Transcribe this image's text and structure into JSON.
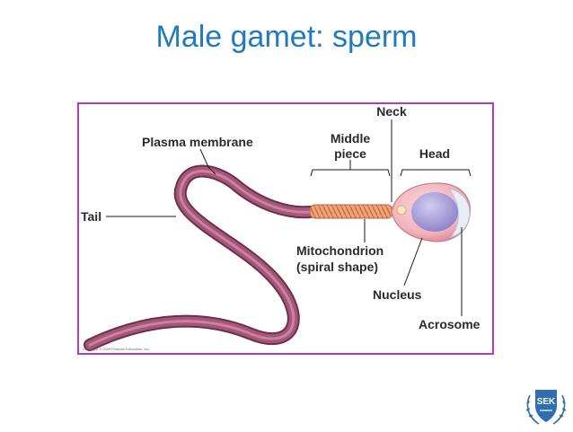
{
  "slide": {
    "title": "Male gamet: sperm"
  },
  "figure": {
    "labels": {
      "neck": "Neck",
      "plasma_membrane": "Plasma membrane",
      "middle_piece_line1": "Middle",
      "middle_piece_line2": "piece",
      "head": "Head",
      "tail": "Tail",
      "mitochondrion_line1": "Mitochondrion",
      "mitochondrion_line2": "(spiral shape)",
      "nucleus": "Nucleus",
      "acrosome": "Acrosome"
    },
    "copyright": "Copyright © 2009 Pearson Education, Inc."
  },
  "logo": {
    "text": "SEK"
  },
  "colors": {
    "title": "#1f7bbf",
    "frame_border": "#b23cb8",
    "tail_fill": "#9a4d6e",
    "head_fill": "#f2b4bd",
    "nucleus_fill": "#a99ed8",
    "midpiece_fill": "#f0a27a"
  }
}
